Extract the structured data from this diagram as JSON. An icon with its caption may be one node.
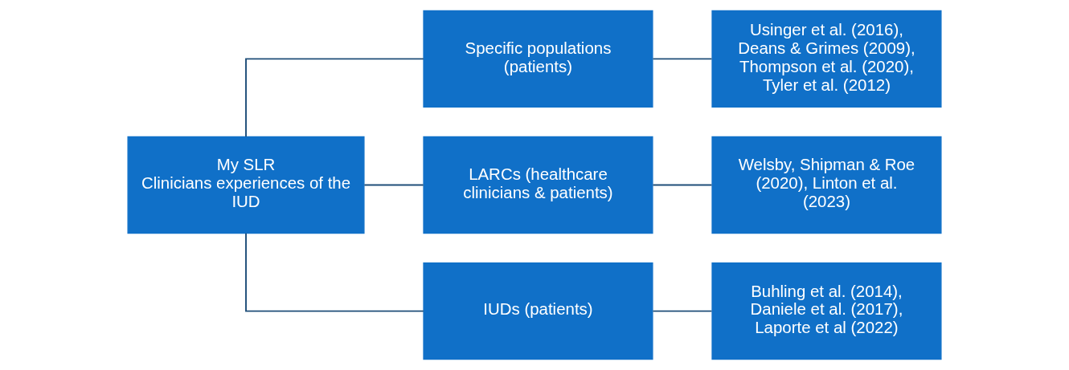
{
  "diagram": {
    "nodes": [
      {
        "text": [
          "My SLR",
          "Clinicians experiences of the IUD"
        ]
      },
      {
        "text": [
          "Specific populations (patients)"
        ]
      },
      {
        "text": [
          "LARCs (healthcare clinicians & patients)"
        ]
      },
      {
        "text": [
          "IUDs (patients)"
        ]
      },
      {
        "text": [
          "Usinger et al. (2016), Deans & Grimes (2009), Thompson et al. (2020), Tyler et al. (2012)"
        ]
      },
      {
        "text": [
          "Welsby, Shipman & Roe (2020), Linton et al. (2023)"
        ]
      },
      {
        "text": [
          "Buhling et al. (2014), Daniele et al. (2017), Laporte et al (2022)"
        ]
      }
    ],
    "edges": [
      {
        "from": 0,
        "to": 1,
        "arrow": "none"
      },
      {
        "from": 0,
        "to": 2,
        "arrow": "none"
      },
      {
        "from": 0,
        "to": 3,
        "arrow": "none"
      },
      {
        "from": 1,
        "to": 4,
        "arrow": "none"
      },
      {
        "from": 2,
        "to": 5,
        "arrow": "none"
      },
      {
        "from": 3,
        "to": 6,
        "arrow": "none"
      }
    ]
  }
}
